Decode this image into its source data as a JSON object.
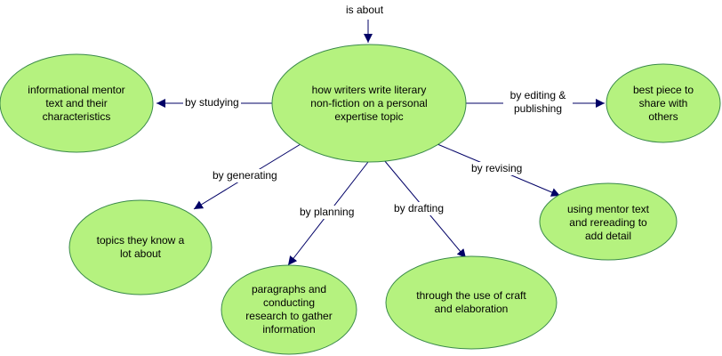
{
  "concept_map": {
    "top_label": "is about",
    "center": "how writers write literary non-fiction on a personal expertise topic",
    "branches": [
      {
        "link": "by studying",
        "node": "informational mentor text and their characteristics"
      },
      {
        "link": "by editing & publishing",
        "node": "best piece to share with others"
      },
      {
        "link": "by generating",
        "node": "topics they know a lot about"
      },
      {
        "link": "by planning",
        "node": "paragraphs and conducting research to gather information"
      },
      {
        "link": "by drafting",
        "node": "through the use of craft and elaboration"
      },
      {
        "link": "by revising",
        "node": "using mentor text and rereading to add detail"
      }
    ],
    "colors": {
      "node_fill": "#b5f27f",
      "node_stroke": "#3a8a4a",
      "connector": "#000066"
    }
  }
}
